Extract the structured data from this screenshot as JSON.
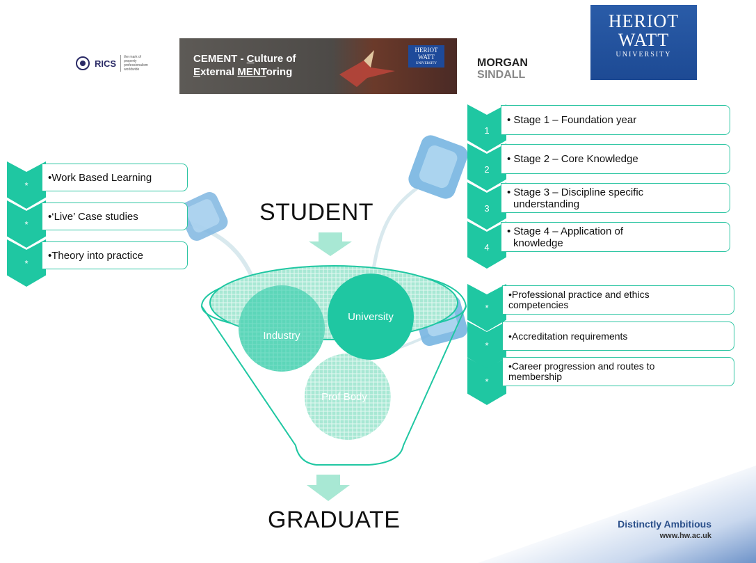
{
  "logos": {
    "rics": {
      "name": "RICS",
      "tagline": "the mark of property professionalism worldwide"
    },
    "cement": {
      "line1_part1": "CEMENT - ",
      "line1_u": "C",
      "line1_part2": "ulture of",
      "line2_u1": "E",
      "line2_part1": "xternal ",
      "line2_u2": "MENT",
      "line2_part2": "oring"
    },
    "mini_hw": [
      "HERIOT",
      "WATT",
      "UNIVERSITY"
    ],
    "morgan_sindall": [
      "MORGAN",
      "SINDALL"
    ],
    "heriot_watt": [
      "HERIOT",
      "WATT",
      "UNIVERSITY"
    ]
  },
  "words": {
    "student": "STUDENT",
    "graduate": "GRADUATE"
  },
  "left_items": [
    {
      "marker": "*",
      "text": "•Work Based Learning"
    },
    {
      "marker": "*",
      "text": "•‘Live’ Case studies"
    },
    {
      "marker": "*",
      "text": "•Theory into practice"
    }
  ],
  "stages": [
    {
      "marker": "1",
      "text": "• Stage 1 – Foundation year"
    },
    {
      "marker": "2",
      "text": "• Stage 2 – Core Knowledge"
    },
    {
      "marker": "3",
      "line1": "• Stage 3 – Discipline specific",
      "line2": "understanding"
    },
    {
      "marker": "4",
      "line1": "• Stage 4 – Application of",
      "line2": "knowledge"
    }
  ],
  "prof_items": [
    {
      "marker": "*",
      "line1": "•Professional practice and ethics",
      "line2": "competencies"
    },
    {
      "marker": "*",
      "line1": "•Accreditation requirements",
      "line2": ""
    },
    {
      "marker": "*",
      "line1": "•Career progression and routes to",
      "line2": "membership"
    }
  ],
  "circles": {
    "industry": "Industry",
    "university": "University",
    "prof_body": "Prof Body"
  },
  "footer": {
    "tagline": "Distinctly Ambitious",
    "url": "www.hw.ac.uk"
  },
  "colors": {
    "teal": "#1fc7a2",
    "teal_light": "#a8e8d4",
    "blue": "#1d4a94"
  }
}
